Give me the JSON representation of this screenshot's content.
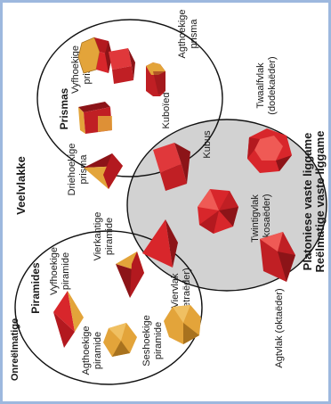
{
  "colors": {
    "page_border": "#9db8de",
    "frame_fill": "#ffffff",
    "platonic_fill": "#d2d2d2",
    "red": "#d8262b",
    "red_dark": "#8c1418",
    "orange": "#e3a43a",
    "orange_dark": "#a8721e"
  },
  "titles": {
    "polyhedra": "Veelvlakke",
    "platonic_solids": "Platoniese vaste liggame",
    "regular_solids": "Reëlmatige vaste liggame",
    "irregular": "Onreëlmatige"
  },
  "prisms": {
    "heading": "Prismas",
    "pentagonal": "Vyfhoekige prisma",
    "octagonal": "Agthoekige prisma",
    "cuboid": "Kuboïed",
    "triangular": "Driehoekige prisma"
  },
  "pyramids": {
    "heading": "Piramides",
    "pentagonal": "Vyfhoekige piramide",
    "square": "Vierkantige piramide",
    "octagonal": "Agthoekige piramide",
    "hexagonal": "Seshoekige piramide"
  },
  "platonic": {
    "cube": "Kubus",
    "dodecahedron": "Twaalfvlak (dodekaëder)",
    "icosahedron": "Twintigvlak (ikosaëder)",
    "tetrahedron": "Viervlak (tetraëder)",
    "octahedron": "Agtvlak (oktaëder)"
  }
}
